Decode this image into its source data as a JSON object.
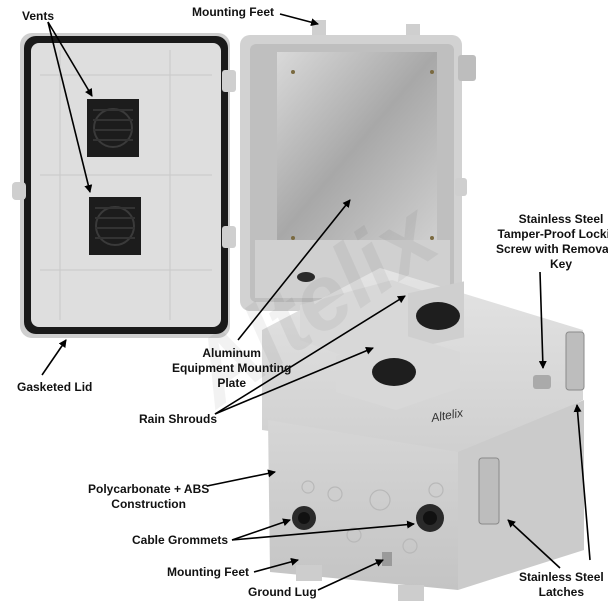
{
  "labels": {
    "vents": "Vents",
    "mounting_feet_top": "Mounting Feet",
    "stainless_steel_screw": [
      "Stainless Steel",
      "Tamper-Proof Locking",
      "Screw with Removable",
      "Key"
    ],
    "gasketed_lid": "Gasketed Lid",
    "aluminum_plate": [
      "Aluminum",
      "Equipment Mounting",
      "Plate"
    ],
    "rain_shrouds": "Rain Shrouds",
    "polycarbonate": [
      "Polycarbonate + ABS",
      "Construction"
    ],
    "cable_grommets": "Cable Grommets",
    "mounting_feet_bottom": "Mounting Feet",
    "ground_lug": "Ground Lug",
    "stainless_latches": [
      "Stainless Steel",
      "Latches"
    ]
  },
  "brand": "Altelix",
  "watermark": "Altelix",
  "colors": {
    "enclosure": "#dcdcdc",
    "enclosure_shadow": "#bdbdbd",
    "gasket": "#1a1a1a",
    "vent": "#1c1c1c",
    "plate": "#c9c9c9",
    "arrow": "#000000"
  }
}
